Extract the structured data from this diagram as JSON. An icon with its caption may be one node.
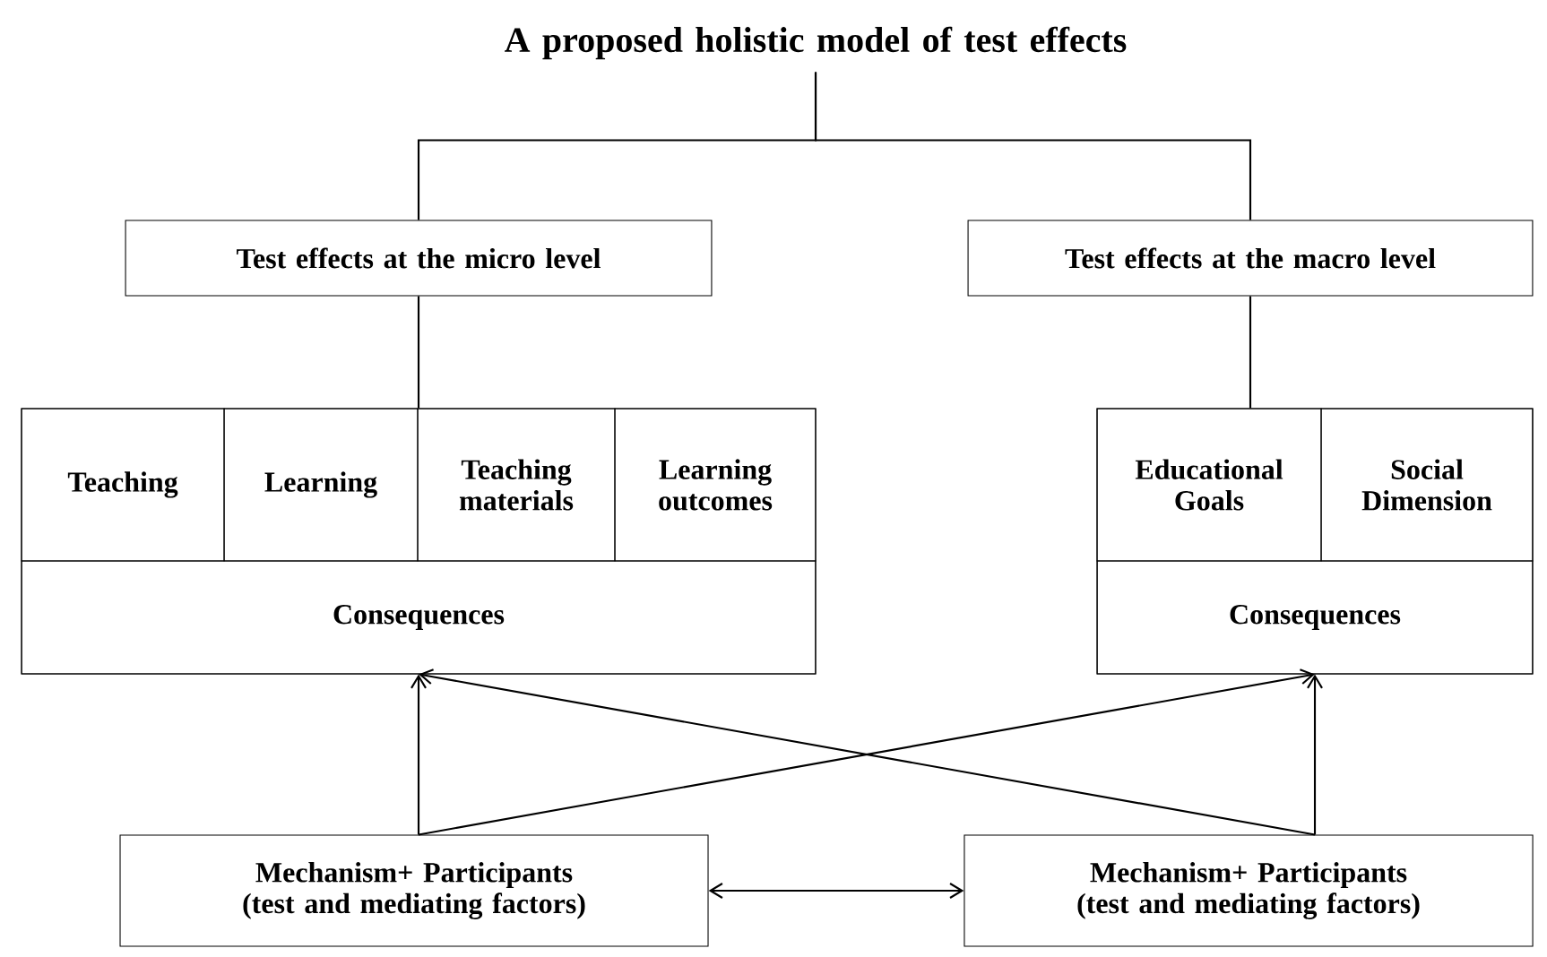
{
  "diagram": {
    "nodes": [
      {
        "text": [
          "A proposed holistic model of test effects"
        ]
      },
      {
        "text": [
          "Test effects at the micro level"
        ]
      },
      {
        "text": [
          "Test effects at the macro level"
        ]
      },
      {
        "text": [],
        "shape": "box"
      },
      {
        "text": [
          "Teaching"
        ],
        "in": 3
      },
      {
        "text": [
          "Learning"
        ],
        "in": 3
      },
      {
        "text": [
          "Teaching materials"
        ],
        "in": 3
      },
      {
        "text": [
          "Learning outcomes"
        ],
        "in": 3
      },
      {
        "text": [
          "Consequences"
        ],
        "in": 3
      },
      {
        "text": [],
        "shape": "box"
      },
      {
        "text": [
          "Educational Goals"
        ],
        "in": 9
      },
      {
        "text": [
          "Social Dimension"
        ],
        "in": 9
      },
      {
        "text": [
          "Consequences"
        ],
        "in": 9
      },
      {
        "text": [
          "Mechanism+ Participants",
          "(test and mediating factors)"
        ]
      },
      {
        "text": [
          "Mechanism+ Participants",
          "(test and mediating factors)"
        ]
      }
    ],
    "edges": [
      {
        "from": 0,
        "to": 1,
        "arrow": "none"
      },
      {
        "from": 0,
        "to": 2,
        "arrow": "none"
      },
      {
        "from": 1,
        "to": 3,
        "arrow": "none"
      },
      {
        "from": 2,
        "to": 9,
        "arrow": "none"
      },
      {
        "from": 13,
        "to": 8,
        "arrow": "to"
      },
      {
        "from": 13,
        "to": 12,
        "arrow": "to"
      },
      {
        "from": 14,
        "to": 12,
        "arrow": "to"
      },
      {
        "from": 14,
        "to": 8,
        "arrow": "to"
      },
      {
        "from": 13,
        "to": 14,
        "arrow": "both"
      }
    ]
  }
}
